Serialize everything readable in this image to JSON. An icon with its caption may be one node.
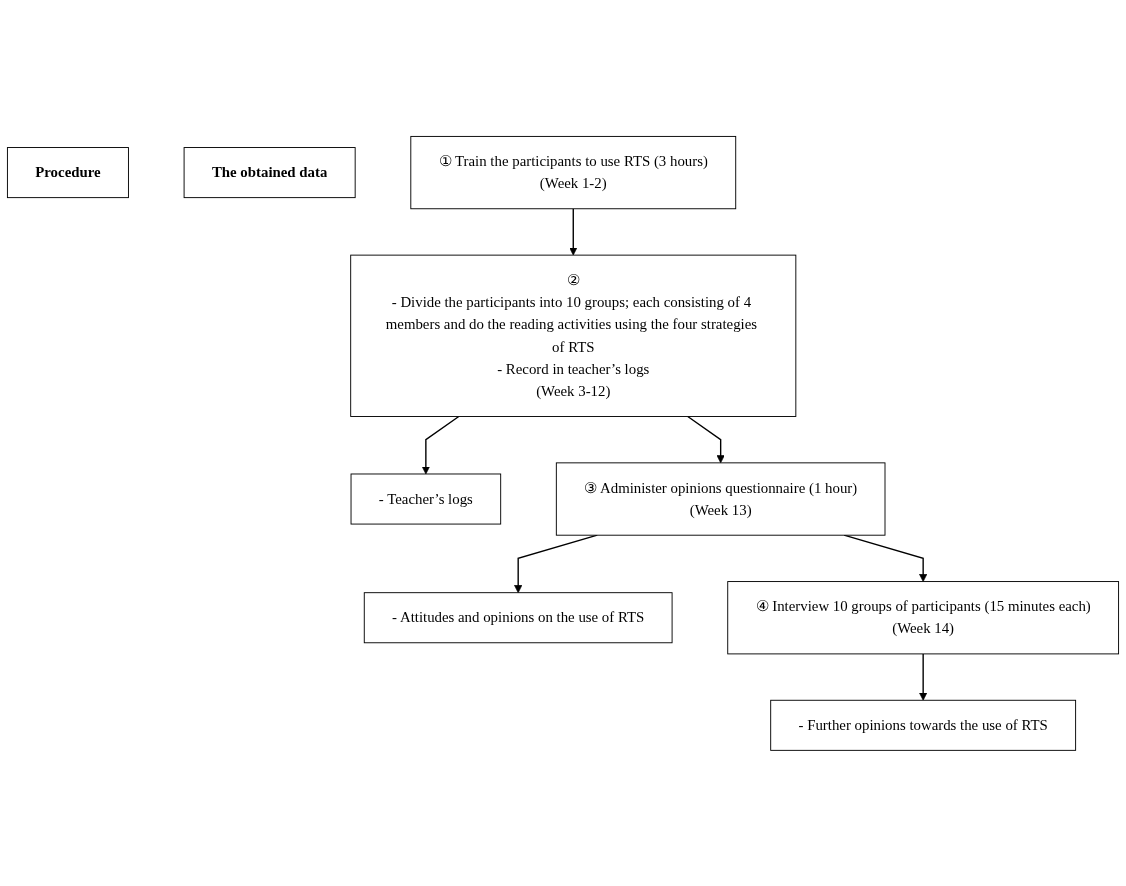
{
  "diagram": {
    "nodes": [
      {
        "text": [
          "Procedure"
        ]
      },
      {
        "text": [
          "The obtained data"
        ]
      },
      {
        "text": [
          "① Train the participants to use RTS (3 hours)",
          "(Week 1-2)"
        ]
      },
      {
        "text": [
          "②",
          "- Divide the participants into 10 groups; each consisting of 4 members and do the reading activities using the four strategies of RTS",
          "- Record in teacher’s logs",
          "(Week 3-12)"
        ]
      },
      {
        "text": [
          "- Teacher’s logs"
        ]
      },
      {
        "text": [
          "③ Administer opinions questionnaire (1 hour)",
          "(Week 13)"
        ]
      },
      {
        "text": [
          "- Attitudes and opinions on the use of RTS"
        ]
      },
      {
        "text": [
          "④ Interview 10 groups of participants (15 minutes each)",
          "(Week 14)"
        ]
      },
      {
        "text": [
          "- Further opinions towards the use of RTS"
        ]
      }
    ],
    "edges": [
      {
        "from": 2,
        "to": 3,
        "arrow": "to"
      },
      {
        "from": 3,
        "to": 4,
        "arrow": "to"
      },
      {
        "from": 3,
        "to": 5,
        "arrow": "to"
      },
      {
        "from": 5,
        "to": 6,
        "arrow": "to"
      },
      {
        "from": 5,
        "to": 7,
        "arrow": "to"
      },
      {
        "from": 7,
        "to": 8,
        "arrow": "to"
      }
    ]
  }
}
